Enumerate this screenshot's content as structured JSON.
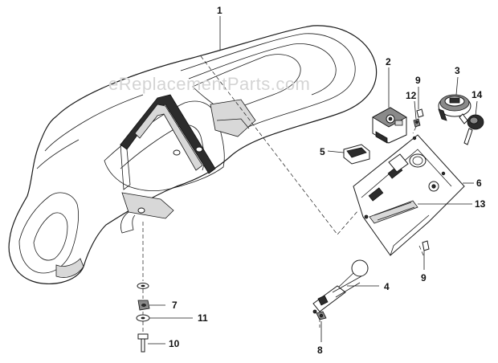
{
  "watermark": "eReplacementParts.com",
  "callouts": [
    {
      "id": "c1",
      "label": "1"
    },
    {
      "id": "c2",
      "label": "2"
    },
    {
      "id": "c3",
      "label": "3"
    },
    {
      "id": "c9a",
      "label": "9"
    },
    {
      "id": "c12",
      "label": "12"
    },
    {
      "id": "c14",
      "label": "14"
    },
    {
      "id": "c5",
      "label": "5"
    },
    {
      "id": "c6",
      "label": "6"
    },
    {
      "id": "c13",
      "label": "13"
    },
    {
      "id": "c9b",
      "label": "9"
    },
    {
      "id": "c4",
      "label": "4"
    },
    {
      "id": "c7",
      "label": "7"
    },
    {
      "id": "c11",
      "label": "11"
    },
    {
      "id": "c10",
      "label": "10"
    },
    {
      "id": "c8",
      "label": "8"
    }
  ]
}
